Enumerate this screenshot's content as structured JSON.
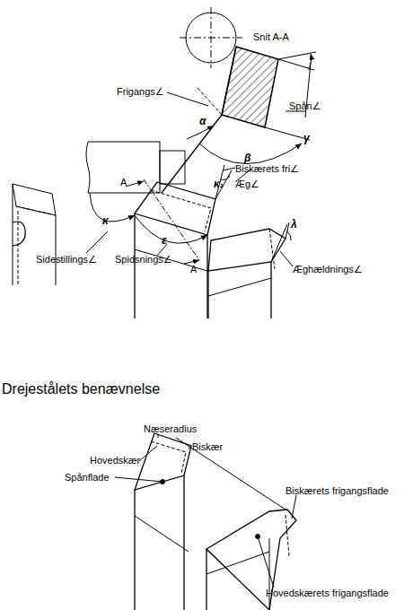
{
  "diagram": {
    "title": "Drejestålets benævnelse",
    "labels": [
      "Snit A-A",
      "Spån∠",
      "Frigangs∠",
      "α",
      "γ",
      "β",
      "Æg∠",
      "A",
      "Biskærets fri∠",
      "κ₁",
      "κ",
      "ε",
      "A",
      "Sidestillings∠",
      "Spidsnings∠",
      "λ",
      "Æghældnings∠",
      "Næseradius",
      "Biskær",
      "Hovedskær",
      "Spånflade",
      "Biskærets frigangsflade",
      "Hovedskærets frigangsflade"
    ]
  }
}
